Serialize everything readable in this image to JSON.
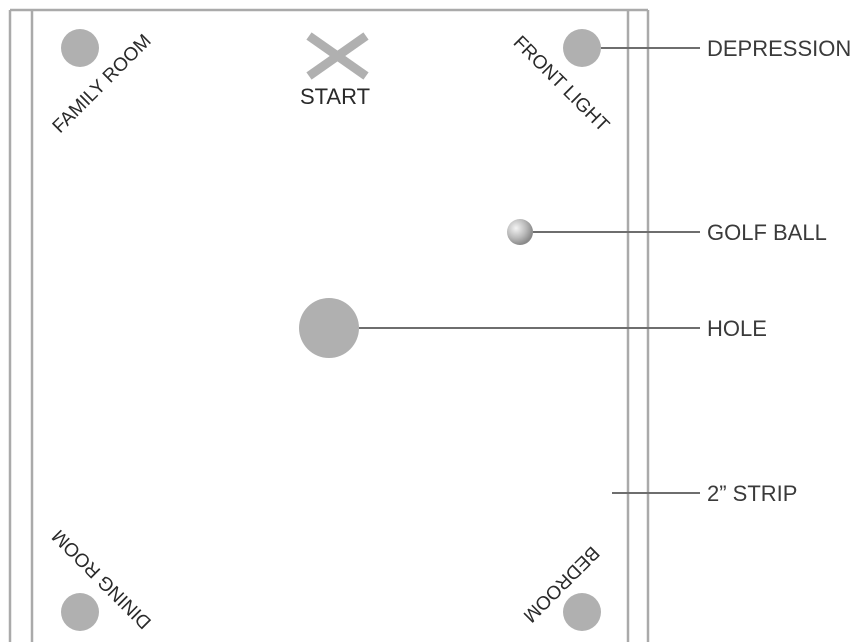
{
  "board": {
    "start_label": "START",
    "start_mark_icon": "x-mark-icon",
    "corners": {
      "top_left": "FAMILY ROOM",
      "top_right": "FRONT LIGHT",
      "bottom_left": "DINING ROOM",
      "bottom_right": "BEDROOM"
    }
  },
  "callouts": {
    "depression": "DEPRESSION",
    "golf_ball": "GOLF BALL",
    "hole": "HOLE",
    "strip": "2” STRIP"
  },
  "colors": {
    "outline": "#aaaaaa",
    "marker_fill": "#b0b0b0",
    "ball_light": "#f0f0f0",
    "ball_dark": "#8a8a8a",
    "leader_line": "#6e6e6e"
  }
}
